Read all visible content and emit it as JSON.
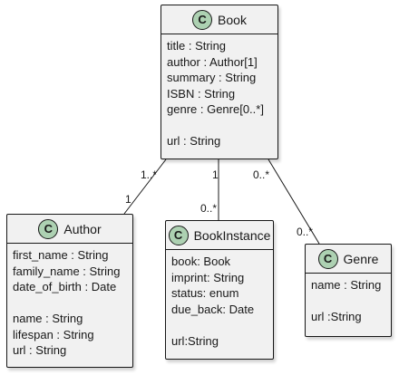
{
  "diagram": {
    "classes": {
      "book": {
        "stereotype": "C",
        "name": "Book",
        "attributes": [
          "title : String",
          "author : Author[1]",
          "summary : String",
          "ISBN : String",
          "genre : Genre[0..*]"
        ],
        "methods": [
          "url : String"
        ]
      },
      "author": {
        "stereotype": "C",
        "name": "Author",
        "attributes": [
          "first_name : String",
          "family_name : String",
          "date_of_birth : Date"
        ],
        "methods": [
          "name : String",
          "lifespan : String",
          "url : String"
        ]
      },
      "bookinstance": {
        "stereotype": "C",
        "name": "BookInstance",
        "attributes": [
          "book: Book",
          "imprint: String",
          "status: enum",
          "due_back: Date"
        ],
        "methods": [
          "url:String"
        ]
      },
      "genre": {
        "stereotype": "C",
        "name": "Genre",
        "attributes": [
          "name : String"
        ],
        "methods": [
          "url :String"
        ]
      }
    },
    "associations": {
      "book_author": {
        "book_end": "1..*",
        "author_end": "1"
      },
      "book_bookinstance": {
        "book_end": "1",
        "bookinstance_end": "0..*"
      },
      "book_genre": {
        "book_end": "0..*",
        "genre_end": "0..*"
      }
    },
    "colors": {
      "class_fill": "#f1f1f1",
      "badge_fill": "#add1b2",
      "stroke": "#181818"
    }
  }
}
